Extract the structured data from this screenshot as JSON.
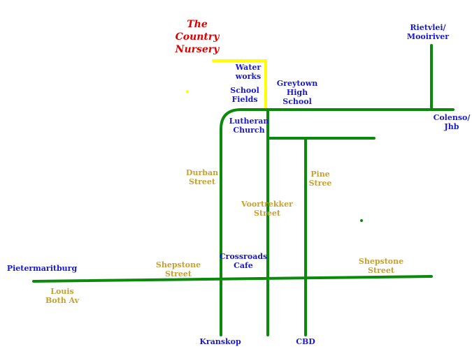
{
  "colors": {
    "road": "#0a8a0a",
    "highlight": "#ffff00",
    "place_label": "#1a1acc",
    "street_label": "#c8a030",
    "title": "#e00000"
  },
  "title": "The\nCountry\nNursery",
  "places": {
    "rietvlei": "Rietvlei/\nMooiriver",
    "water_works": "Water\nworks",
    "school_fields": "School\nFields",
    "greytown_high": "Greytown\nHigh\nSchool",
    "lutheran_church": "Lutheran\nChurch",
    "colenso": "Colenso/\nJhb",
    "pietermaritzburg": "Pietermaritburg",
    "crossroads_cafe": "Crossroads\nCafe",
    "kranskop": "Kranskop",
    "cbd": "CBD"
  },
  "streets": {
    "durban": "Durban\nStreet",
    "pine": "Pine\nStree",
    "voortrekker": "Voortrekker\nStreet",
    "shepstone_west": "Shepstone\nStreet",
    "shepstone_east": "Shepstone\nStreet",
    "louis_both": "Louis\nBoth Av"
  }
}
